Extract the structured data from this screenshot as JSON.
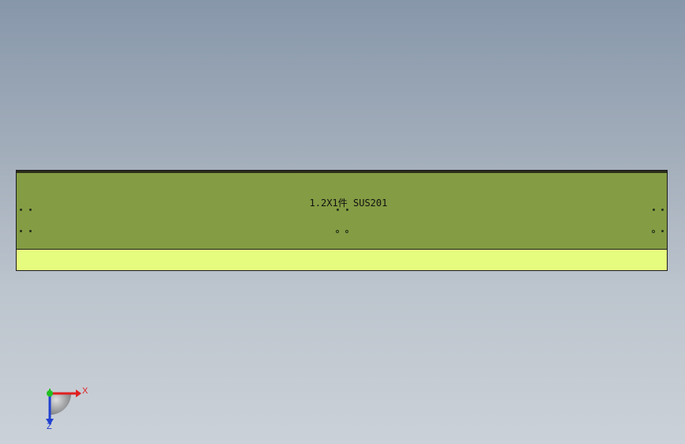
{
  "viewport": {
    "background_top": "#8797aa",
    "background_bottom": "#cbd1d8"
  },
  "part": {
    "annotation": "1.2X1件 SUS201",
    "face_color": "#849c43",
    "side_color": "#e6fc7e",
    "edge_color": "#1c1c1c"
  },
  "triad": {
    "x_label": "X",
    "z_label": "Z",
    "x_color": "#e02020",
    "y_color": "#20c020",
    "z_color": "#2040d0"
  }
}
